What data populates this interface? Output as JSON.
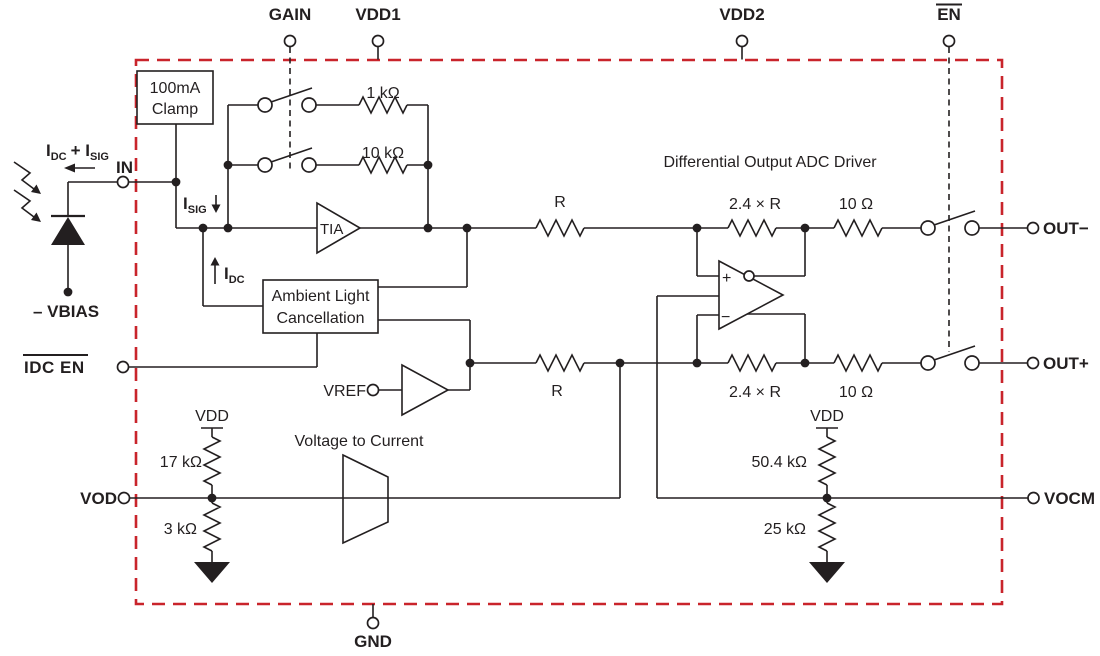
{
  "colors": {
    "line": "#231f20",
    "red": "#c9242b",
    "background": "#ffffff"
  },
  "pins": {
    "gain": "GAIN",
    "vdd1": "VDD1",
    "vdd2": "VDD2",
    "en": "EN",
    "in": "IN",
    "idc_en": "IDC EN",
    "vod": "VOD",
    "gnd": "GND",
    "out_neg": "OUT−",
    "out_pos": "OUT+",
    "vocm": "VOCM"
  },
  "external": {
    "vbias": "– VBIAS",
    "vref": "VREF"
  },
  "blocks": {
    "clamp_line1": "100mA",
    "clamp_line2": "Clamp",
    "alc_line1": "Ambient Light",
    "alc_line2": "Cancellation",
    "tia": "TIA",
    "v2i": "Voltage to Current",
    "driver": "Differential Output ADC Driver"
  },
  "resistors": {
    "fb_low": "1 kΩ",
    "fb_high": "10 kΩ",
    "r_top": "R",
    "r_bottom": "R",
    "fb_top": "2.4 × R",
    "fb_bottom": "2.4 × R",
    "out_top": "10 Ω",
    "out_bottom": "10 Ω",
    "vod_upper": "17 kΩ",
    "vod_lower": "3 kΩ",
    "vocm_upper": "50.4 kΩ",
    "vocm_lower": "25 kΩ"
  },
  "rails": {
    "vdd_vod": "VDD",
    "vdd_vocm": "VDD"
  },
  "currents": {
    "i": "I",
    "dc": "DC",
    "sig": "SIG",
    "plus_i": "+ I"
  },
  "amp": {
    "plus": "+",
    "minus": "−"
  }
}
